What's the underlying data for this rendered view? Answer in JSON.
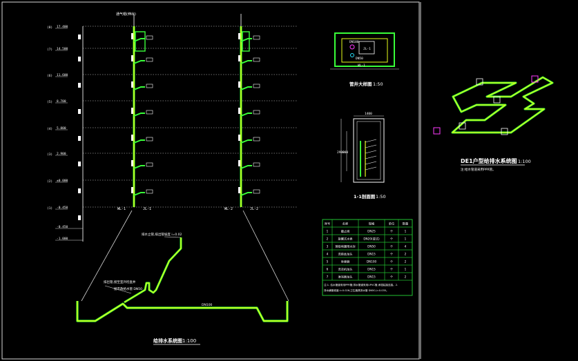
{
  "palette": {
    "background": "#000000",
    "frame": "#d8d8d8",
    "pipe": "#e8ff1a",
    "pipe_glow": "#39ff39",
    "text": "#ffffff",
    "dim": "#d8d8d8",
    "cyan": "#27e3ff",
    "magenta": "#ff3bff",
    "table_green": "#22c232"
  },
  "riser_diagram": {
    "title": "给排水系统图",
    "scale": "1:100",
    "floor_marks": [
      "(8)",
      "(7)",
      "(6)",
      "(5)",
      "(4)",
      "(3)",
      "(2)",
      "(1)"
    ],
    "elevations": [
      "17.400",
      "14.500",
      "11.600",
      "8.700",
      "5.800",
      "2.900",
      "±0.000",
      "-0.450",
      "-1.000"
    ],
    "riser_labels": [
      "WL-1",
      "JL-1",
      "WL-2",
      "JL-2"
    ],
    "top_note": "通气帽(伸出)",
    "bottom_notes": [
      "排水立管,排出管坡度 i=0.02",
      "DN100",
      "排出管,接至室外检查井",
      "接市政给水管 DN50"
    ]
  },
  "well_detail": {
    "title": "管井大样图",
    "scale": "1:50",
    "labels": [
      "DN100",
      "DN50",
      "JL-1",
      "WL-1"
    ]
  },
  "section_1": {
    "title": "1-1剖面图",
    "scale": "1:50",
    "dims": [
      "1400",
      "2900",
      "800"
    ]
  },
  "iso_plan": {
    "title": "DE1户型给排水系统图",
    "scale": "1:100",
    "subtitle": "注:给水管道采用PPR管。"
  },
  "material_table": {
    "headers": [
      "序号",
      "名称",
      "规格",
      "单位",
      "数量"
    ],
    "rows": [
      [
        "1",
        "截止阀",
        "DN25",
        "个",
        "1"
      ],
      [
        "2",
        "旋翼式水表",
        "DN20(湿式)",
        "个",
        "1"
      ],
      [
        "3",
        "铸铁地漏带水封",
        "DN50",
        "个",
        "4"
      ],
      [
        "4",
        "洗脸盆龙头",
        "DN15",
        "个",
        "2"
      ],
      [
        "5",
        "坐便器",
        "DN100",
        "个",
        "2"
      ],
      [
        "6",
        "洗衣机龙头",
        "DN15",
        "个",
        "1"
      ],
      [
        "7",
        "淋浴器龙头",
        "DN15",
        "个",
        "2"
      ]
    ],
    "note": "注:1. 给水管道采用PPR管;排水管道采用UPVC管,承插粘接连接。2. 排水横管坡度:i=0.026;卫生器具排水管 DN50,i=0.035。"
  }
}
